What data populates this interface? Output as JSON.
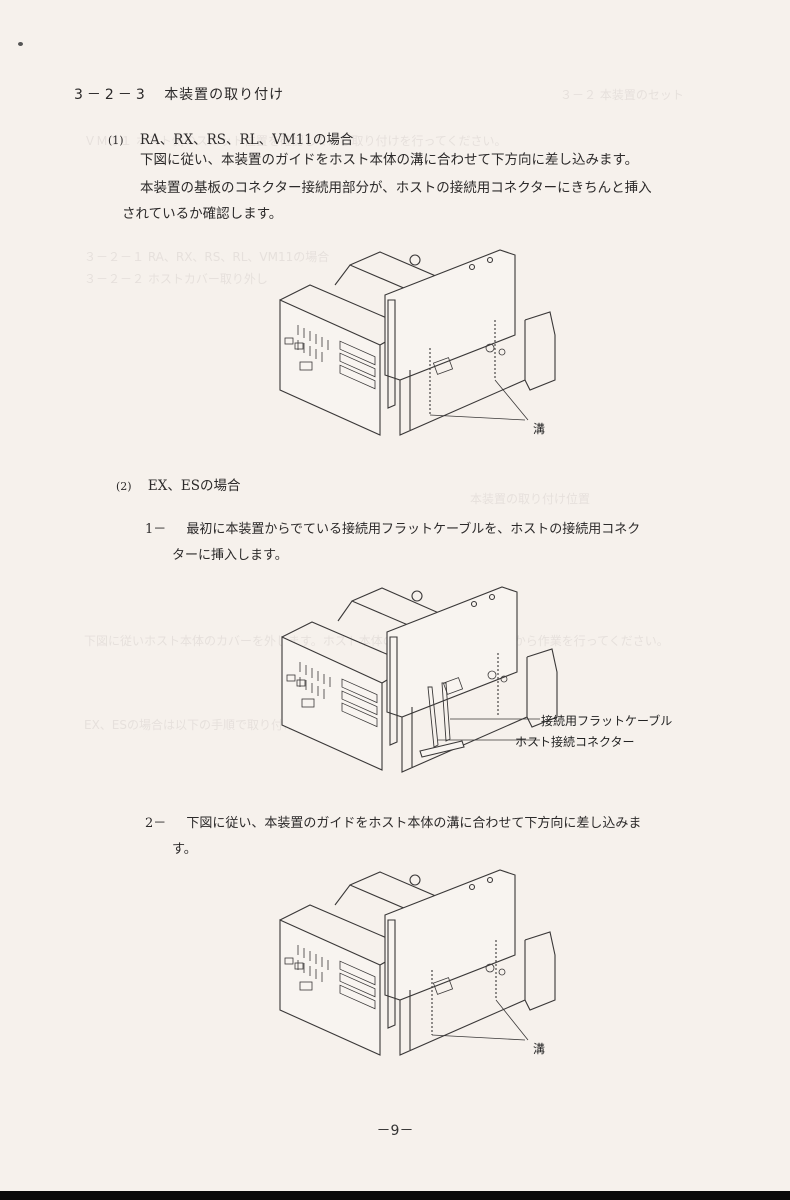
{
  "document": {
    "section": {
      "number": "3－2－3",
      "title": "本装置の取り付け"
    },
    "case1": {
      "marker": "(1)",
      "title": "RA、RX、RS、RL、VM11の場合",
      "line1": "下図に従い、本装置のガイドをホスト本体の溝に合わせて下方向に差し込みます。",
      "line2": "本装置の基板のコネクター接続用部分が、ホストの接続用コネクターにきちんと挿入",
      "line3": "されているか確認します。",
      "figure": {
        "callout_groove": "溝"
      }
    },
    "case2": {
      "marker": "(2)",
      "title": "EX、ESの場合",
      "step1": {
        "number": "1－",
        "line1": "最初に本装置からでている接続用フラットケーブルを、ホストの接続用コネク",
        "line2": "ターに挿入します。"
      },
      "figure": {
        "callout_cable": "接続用フラットケーブル",
        "callout_connector": "ホスト接続コネクター"
      },
      "step2": {
        "number": "2－",
        "line1": "下図に従い、本装置のガイドをホスト本体の溝に合わせて下方向に差し込みま",
        "line2": "す。"
      },
      "figure2": {
        "callout_groove": "溝"
      }
    },
    "page_number": "－9－"
  },
  "colors": {
    "paper": "#f6f1ec",
    "ink": "#2c2a2a",
    "line_art": "#3a3838",
    "bleed_through": "#d9d3cf"
  }
}
